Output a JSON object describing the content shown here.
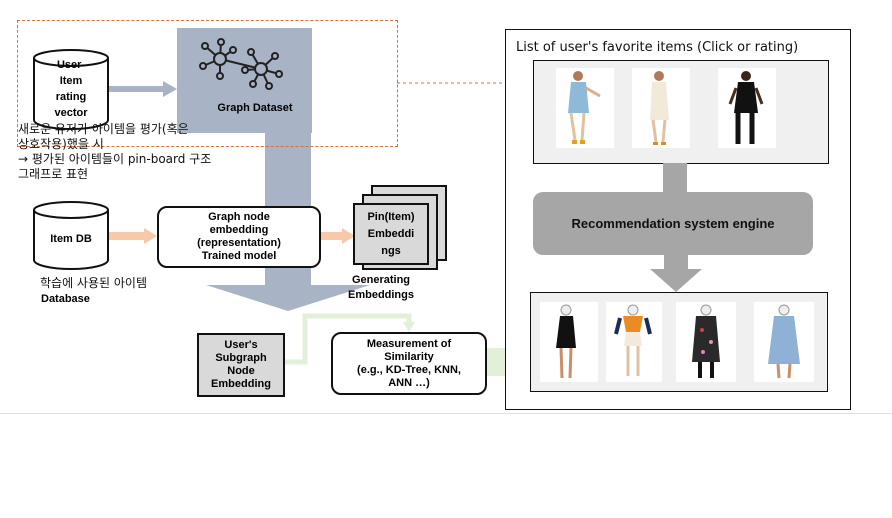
{
  "input": {
    "rating_vector": "User-Item rating vector",
    "graph_dataset": "Graph Dataset",
    "note_line1": "새로운 유저가 아이템을 평가(혹은",
    "note_line2": "상호작용)했을 시",
    "note_line3": "→ 평가된 아이템들이 pin-board 구조",
    "note_line4": "그래프로 표현"
  },
  "model": {
    "item_db": "Item DB",
    "item_db_caption": "학습에 사용된 아이템",
    "item_db_caption2": "Database",
    "embedding_box": [
      "Graph node",
      "embedding",
      "(representation)",
      "Trained model"
    ],
    "pin_embeddings": [
      "Pin(Item)",
      "Embeddi",
      "ngs"
    ],
    "generating": [
      "Generating",
      "Embeddings"
    ],
    "subgraph": [
      "User's",
      "Subgraph",
      "Node",
      "Embedding"
    ],
    "similarity": [
      "Measurement of",
      "Similarity",
      "(e.g., KD-Tree, KNN,",
      "ANN …)"
    ]
  },
  "panel": {
    "title": "List of user's favorite items (Click or rating)",
    "engine": "Recommendation system engine"
  },
  "colors": {
    "arrow_blue": "#a8b3c6",
    "arrow_orange": "#f8c9a8",
    "arrow_green": "#e2f0d9",
    "engine_gray": "#a6a6a6",
    "dashed_orange": "#d9703a"
  }
}
